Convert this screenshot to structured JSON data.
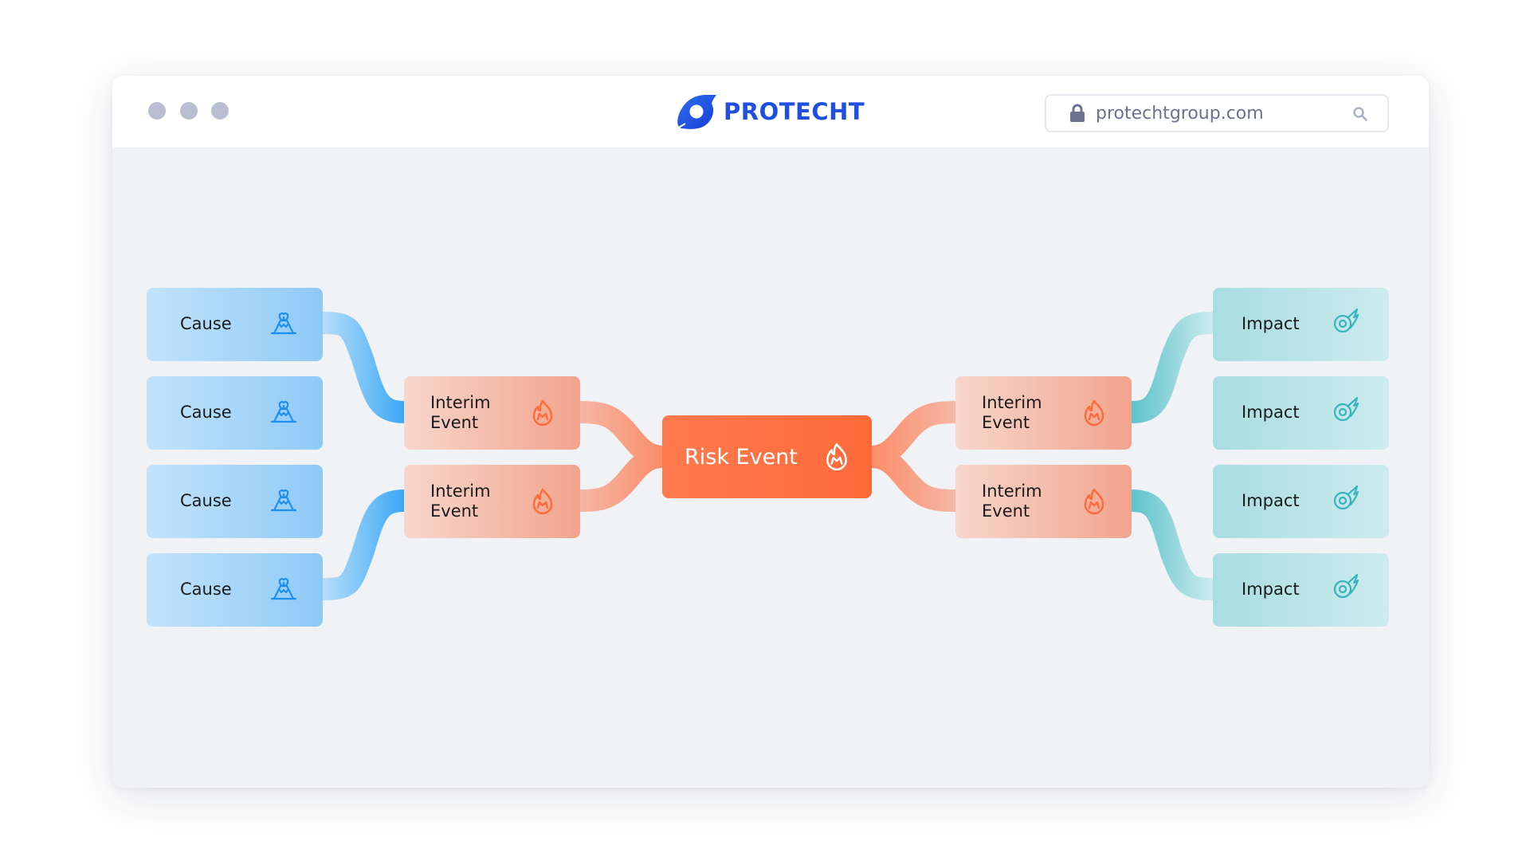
{
  "window": {
    "brand": "PROTECHT",
    "url": "protechtgroup.com"
  },
  "colors": {
    "brand": "#1f4fe0",
    "cause": "#8ecaf7",
    "interim": "#f2a48d",
    "risk": "#fd6a3a",
    "impact": "#a8dde2"
  },
  "icons": {
    "cause": "volcano-icon",
    "event": "fire-icon",
    "impact": "meteor-icon"
  },
  "diagram": {
    "causes": [
      "Cause",
      "Cause",
      "Cause",
      "Cause"
    ],
    "interim_left": [
      {
        "line1": "Interim",
        "line2": "Event"
      },
      {
        "line1": "Interim",
        "line2": "Event"
      }
    ],
    "risk_event": "Risk Event",
    "interim_right": [
      {
        "line1": "Interim",
        "line2": "Event"
      },
      {
        "line1": "Interim",
        "line2": "Event"
      }
    ],
    "impacts": [
      "Impact",
      "Impact",
      "Impact",
      "Impact"
    ]
  }
}
